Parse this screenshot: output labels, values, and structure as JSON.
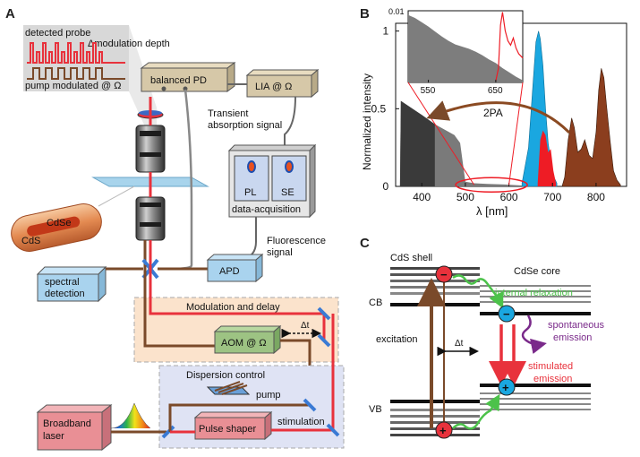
{
  "colors": {
    "beam_red": "#e8323c",
    "beam_brown": "#7a4a2a",
    "box_tan": "#d6c8a8",
    "box_blue": "#a9d3ee",
    "box_green": "#9dc383",
    "box_pink": "#e98f95",
    "peach_region": "#fbe3cc",
    "lavender_region": "#dfe3f4",
    "pl_blue": "#1aa7e0",
    "se_red": "#ee1c25",
    "brown_fill": "#8b3e1e",
    "dark_gray": "#3a3a3a",
    "mid_gray": "#7a7a7a",
    "green_arrow": "#4cc24a",
    "purple_arrow": "#7a2a8a"
  },
  "panel_a": {
    "letter": "A",
    "detected_probe": "detected probe",
    "modulation_depth": "Δmodulation depth",
    "pump_modulated": "pump modulated @ Ω",
    "balanced_pd": "balanced PD",
    "lia": "LIA @ Ω",
    "transient_line1": "Transient",
    "transient_line2": "absorption signal",
    "pl": "PL",
    "se": "SE",
    "data_acquisition": "data-acquisition",
    "fluorescence_line1": "Fluorescence",
    "fluorescence_line2": "signal",
    "cdse": "CdSe",
    "cds": "CdS",
    "spectral_line1": "spectral",
    "spectral_line2": "detection",
    "apd": "APD",
    "modulation_delay": "Modulation and delay",
    "aom": "AOM @ Ω",
    "delta_t": "Δt",
    "dispersion_control": "Dispersion control",
    "pump": "pump",
    "broadband_line1": "Broadband",
    "broadband_line2": "laser",
    "pulse_shaper": "Pulse shaper",
    "stimulation": "stimulation"
  },
  "panel_b": {
    "letter": "B",
    "ylabel": "Normalized intensity",
    "xlabel": "λ [nm]",
    "annotation": "2PA"
  },
  "panel_c": {
    "letter": "C",
    "cds_shell": "CdS shell",
    "cdse_core": "CdSe core",
    "internal_relaxation": "internal relaxation",
    "cb": "CB",
    "vb": "VB",
    "excitation": "excitation",
    "delta_t": "Δt",
    "spontaneous_line1": "spontaneous",
    "spontaneous_line2": "emission",
    "stimulated_line1": "stimulated",
    "stimulated_line2": "emission",
    "minus": "−",
    "plus": "+"
  },
  "chart_data": {
    "type": "area",
    "title": "",
    "xlabel": "λ [nm]",
    "ylabel": "Normalized intensity",
    "xlim": [
      340,
      870
    ],
    "ylim": [
      0,
      1.05
    ],
    "xticks": [
      400,
      500,
      600,
      700,
      800
    ],
    "yticks": [
      0,
      0.5,
      1
    ],
    "ytick_labels": [
      "0",
      "0.5",
      "1"
    ],
    "series": [
      {
        "x": [
          350,
          352,
          400,
          430,
          475,
          488,
          500,
          520,
          550,
          590,
          630,
          650
        ],
        "y": [
          0,
          0.55,
          0.46,
          0.4,
          0.33,
          0.28,
          0.03,
          0.02,
          0.016,
          0.012,
          0.006,
          0
        ]
      },
      {
        "x": [
          630,
          645,
          655,
          662,
          668,
          672,
          678,
          684,
          690,
          700,
          710
        ],
        "y": [
          0.02,
          0.25,
          0.65,
          0.93,
          1.0,
          0.95,
          0.78,
          0.5,
          0.28,
          0.08,
          0.02
        ]
      },
      {
        "x": [
          666,
          672,
          678,
          684,
          690,
          696,
          702,
          708
        ],
        "y": [
          0.02,
          0.3,
          0.36,
          0.33,
          0.22,
          0.24,
          0.1,
          0.02
        ]
      },
      {
        "x": [
          722,
          728,
          736,
          744,
          750,
          758,
          766,
          774,
          784,
          792,
          800,
          806,
          812,
          818,
          824,
          832,
          840,
          848,
          856
        ],
        "y": [
          0,
          0.06,
          0.3,
          0.44,
          0.38,
          0.22,
          0.24,
          0.3,
          0.2,
          0.18,
          0.35,
          0.62,
          0.76,
          0.7,
          0.52,
          0.3,
          0.1,
          0.04,
          0.01
        ]
      }
    ],
    "inset": {
      "xlim": [
        520,
        690
      ],
      "ylim": [
        0,
        0.01
      ],
      "xticks": [
        550,
        650
      ],
      "yticks": [
        0.01
      ],
      "ytick_labels": [
        "0.01"
      ],
      "series": [
        {
          "x": [
            520,
            530,
            540,
            550,
            560,
            570,
            580,
            590,
            600,
            610,
            620,
            630,
            640,
            650,
            660,
            670,
            680,
            690
          ],
          "y": [
            0.0094,
            0.009,
            0.0084,
            0.0078,
            0.0071,
            0.0064,
            0.0058,
            0.0053,
            0.005,
            0.0047,
            0.0043,
            0.0038,
            0.0032,
            0.0027,
            0.002,
            0.0014,
            0.0008,
            0.0003
          ]
        },
        {
          "x": [
            650,
            654,
            657,
            660,
            664,
            668,
            672,
            676,
            680,
            684,
            688,
            690
          ],
          "y": [
            0.0002,
            0.002,
            0.008,
            0.0098,
            0.0072,
            0.0058,
            0.0052,
            0.0062,
            0.0048,
            0.004,
            0.0036,
            0.0034
          ]
        }
      ]
    }
  }
}
